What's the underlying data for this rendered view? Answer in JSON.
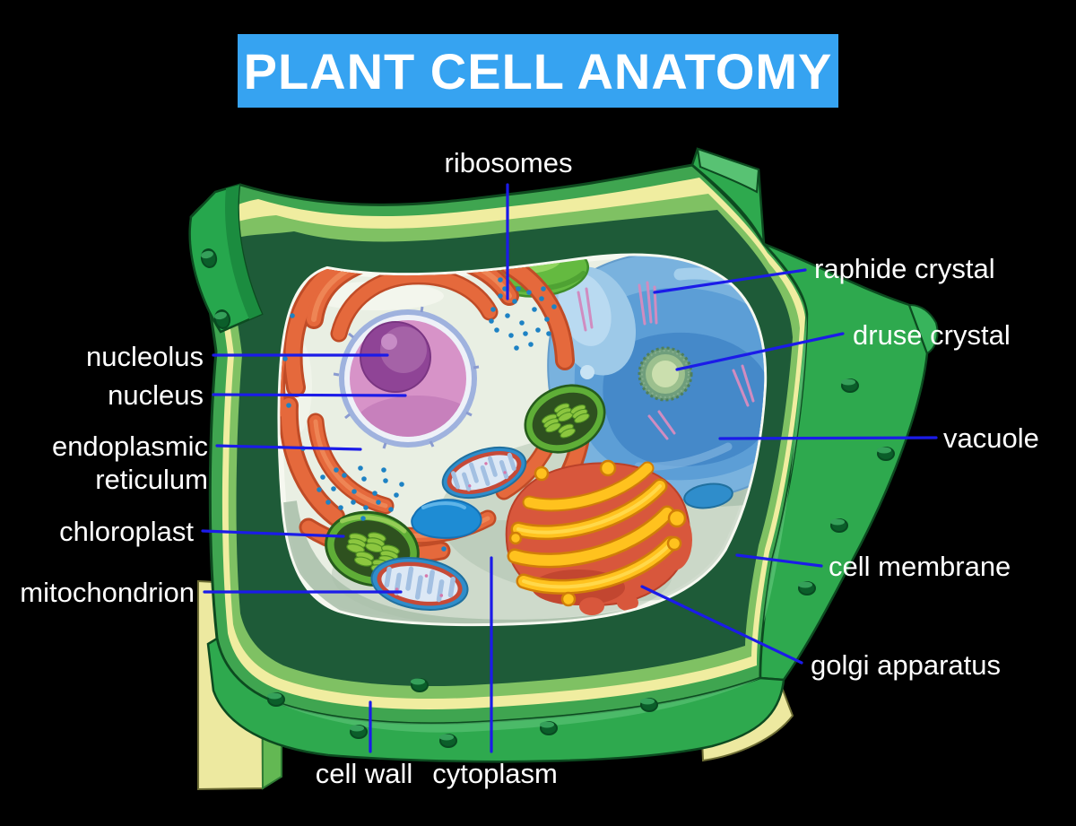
{
  "header": {
    "title": "PLANT CELL ANATOMY",
    "banner_color": "#36A3F1",
    "text_color": "#FFFFFF"
  },
  "diagram": {
    "subject": "plant cell cross-section",
    "background_color": "#000000",
    "leader_line_color": "#1B1BE8",
    "label_text_color": "#FFFFFF",
    "labels": {
      "ribosomes": "ribosomes",
      "raphide_crystal": "raphide crystal",
      "druse_crystal": "druse crystal",
      "nucleolus": "nucleolus",
      "nucleus": "nucleus",
      "endoplasmic_reticulum": "endoplasmic reticulum",
      "vacuole": "vacuole",
      "chloroplast": "chloroplast",
      "cell_membrane": "cell membrane",
      "mitochondrion": "mitochondrion",
      "golgi_apparatus": "golgi apparatus",
      "cell_wall": "cell wall",
      "cytoplasm": "cytoplasm"
    },
    "palette": {
      "wall_outer_green": "#3FA550",
      "wall_face_green": "#2EA94E",
      "wall_cream_stripe": "#F0EDA0",
      "wall_light_green_stripe": "#7FC163",
      "wall_dark_green": "#1E5B38",
      "cytoplasm_fill": "#E9EFE3",
      "vacuole_blue": "#5C9ED6",
      "nucleus_pink": "#D793C8",
      "nucleolus_purple": "#8F4496",
      "er_orange": "#E5693C",
      "golgi_red": "#D8573C",
      "golgi_yellow": "#FFC21E",
      "chloroplast_green": "#5FAE37",
      "mitochondrion_blue": "#2F8DCB",
      "ribosome_dot_blue": "#1D82C4"
    }
  }
}
